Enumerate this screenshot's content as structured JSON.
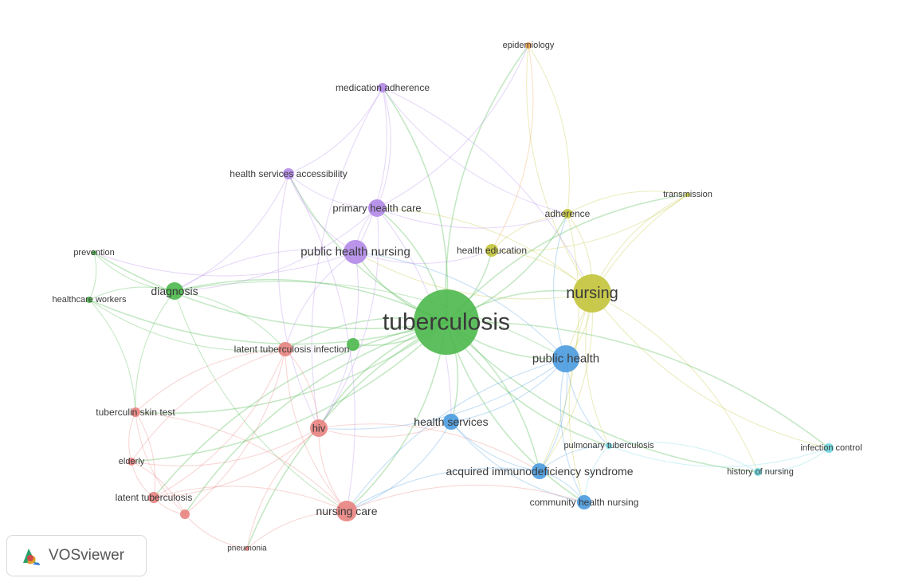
{
  "app": {
    "brand": "VOSviewer"
  },
  "clusters": {
    "red": "#e8837f",
    "green": "#4cb84c",
    "blue": "#4a9be0",
    "yellow": "#c3c43a",
    "purple": "#b38ae8",
    "cyan": "#6fd8e0",
    "orange": "#f0a24a"
  },
  "nodes": [
    {
      "id": "tuberculosis",
      "label": "tuberculosis",
      "cluster": "green",
      "weight": 10
    },
    {
      "id": "nursing",
      "label": "nursing",
      "cluster": "yellow",
      "weight": 6
    },
    {
      "id": "public_health",
      "label": "public health",
      "cluster": "blue",
      "weight": 5
    },
    {
      "id": "public_health_nursing",
      "label": "public health nursing",
      "cluster": "purple",
      "weight": 4
    },
    {
      "id": "primary_health_care",
      "label": "primary health care",
      "cluster": "purple",
      "weight": 3
    },
    {
      "id": "health_services_accessibility",
      "label": "health services accessibility",
      "cluster": "purple",
      "weight": 2
    },
    {
      "id": "medication_adherence",
      "label": "medication adherence",
      "cluster": "purple",
      "weight": 2
    },
    {
      "id": "epidemiology",
      "label": "epidemiology",
      "cluster": "orange",
      "weight": 1
    },
    {
      "id": "adherence",
      "label": "adherence",
      "cluster": "yellow",
      "weight": 2
    },
    {
      "id": "transmission",
      "label": "transmission",
      "cluster": "yellow",
      "weight": 1
    },
    {
      "id": "health_education",
      "label": "health education",
      "cluster": "yellow",
      "weight": 2
    },
    {
      "id": "prevention",
      "label": "prevention",
      "cluster": "green",
      "weight": 1
    },
    {
      "id": "diagnosis",
      "label": "diagnosis",
      "cluster": "green",
      "weight": 3
    },
    {
      "id": "healthcare_workers",
      "label": "healthcare workers",
      "cluster": "green",
      "weight": 1
    },
    {
      "id": "latent_tuberculosis_infection",
      "label": "latent tuberculosis infection",
      "cluster": "red",
      "weight": 2
    },
    {
      "id": "tuberculin_skin_test",
      "label": "tuberculin skin test",
      "cluster": "red",
      "weight": 2
    },
    {
      "id": "hiv",
      "label": "hiv",
      "cluster": "red",
      "weight": 3
    },
    {
      "id": "health_services",
      "label": "health services",
      "cluster": "blue",
      "weight": 3
    },
    {
      "id": "pulmonary_tuberculosis",
      "label": "pulmonary tuberculosis",
      "cluster": "cyan",
      "weight": 1
    },
    {
      "id": "infection_control",
      "label": "infection control",
      "cluster": "cyan",
      "weight": 1
    },
    {
      "id": "history_of_nursing",
      "label": "history of nursing",
      "cluster": "cyan",
      "weight": 1
    },
    {
      "id": "acquired_immunodeficiency_syndrome",
      "label": "acquired immunodeficiency syndrome",
      "cluster": "blue",
      "weight": 3
    },
    {
      "id": "community_health_nursing",
      "label": "community health nursing",
      "cluster": "blue",
      "weight": 2
    },
    {
      "id": "elderly",
      "label": "elderly",
      "cluster": "red",
      "weight": 1
    },
    {
      "id": "latent_tuberculosis",
      "label": "latent tuberculosis",
      "cluster": "red",
      "weight": 2
    },
    {
      "id": "nursing_care",
      "label": "nursing care",
      "cluster": "red",
      "weight": 3
    },
    {
      "id": "pneumonia",
      "label": "pneumonia",
      "cluster": "red",
      "weight": 1
    },
    {
      "id": "unlabeled_red",
      "label": "",
      "cluster": "red",
      "weight": 1
    },
    {
      "id": "unlabeled_green",
      "label": "",
      "cluster": "green",
      "weight": 1
    }
  ],
  "links": [
    [
      "tuberculosis",
      "nursing"
    ],
    [
      "tuberculosis",
      "public_health"
    ],
    [
      "tuberculosis",
      "public_health_nursing"
    ],
    [
      "tuberculosis",
      "primary_health_care"
    ],
    [
      "tuberculosis",
      "health_services_accessibility"
    ],
    [
      "tuberculosis",
      "medication_adherence"
    ],
    [
      "tuberculosis",
      "epidemiology"
    ],
    [
      "tuberculosis",
      "adherence"
    ],
    [
      "tuberculosis",
      "transmission"
    ],
    [
      "tuberculosis",
      "health_education"
    ],
    [
      "tuberculosis",
      "prevention"
    ],
    [
      "tuberculosis",
      "diagnosis"
    ],
    [
      "tuberculosis",
      "healthcare_workers"
    ],
    [
      "tuberculosis",
      "latent_tuberculosis_infection"
    ],
    [
      "tuberculosis",
      "tuberculin_skin_test"
    ],
    [
      "tuberculosis",
      "hiv"
    ],
    [
      "tuberculosis",
      "health_services"
    ],
    [
      "tuberculosis",
      "pulmonary_tuberculosis"
    ],
    [
      "tuberculosis",
      "infection_control"
    ],
    [
      "tuberculosis",
      "history_of_nursing"
    ],
    [
      "tuberculosis",
      "acquired_immunodeficiency_syndrome"
    ],
    [
      "tuberculosis",
      "community_health_nursing"
    ],
    [
      "tuberculosis",
      "elderly"
    ],
    [
      "tuberculosis",
      "latent_tuberculosis"
    ],
    [
      "tuberculosis",
      "nursing_care"
    ],
    [
      "tuberculosis",
      "pneumonia"
    ],
    [
      "tuberculosis",
      "unlabeled_green"
    ],
    [
      "tuberculosis",
      "unlabeled_red"
    ],
    [
      "nursing",
      "public_health"
    ],
    [
      "nursing",
      "adherence"
    ],
    [
      "nursing",
      "transmission"
    ],
    [
      "nursing",
      "health_education"
    ],
    [
      "nursing",
      "epidemiology"
    ],
    [
      "nursing",
      "infection_control"
    ],
    [
      "nursing",
      "history_of_nursing"
    ],
    [
      "nursing",
      "community_health_nursing"
    ],
    [
      "nursing",
      "public_health_nursing"
    ],
    [
      "nursing",
      "primary_health_care"
    ],
    [
      "nursing",
      "acquired_immunodeficiency_syndrome"
    ],
    [
      "nursing",
      "pulmonary_tuberculosis"
    ],
    [
      "public_health",
      "acquired_immunodeficiency_syndrome"
    ],
    [
      "public_health",
      "community_health_nursing"
    ],
    [
      "public_health",
      "health_services"
    ],
    [
      "public_health",
      "public_health_nursing"
    ],
    [
      "public_health",
      "adherence"
    ],
    [
      "public_health",
      "pulmonary_tuberculosis"
    ],
    [
      "public_health",
      "hiv"
    ],
    [
      "public_health",
      "nursing_care"
    ],
    [
      "public_health_nursing",
      "primary_health_care"
    ],
    [
      "public_health_nursing",
      "diagnosis"
    ],
    [
      "public_health_nursing",
      "health_services_accessibility"
    ],
    [
      "public_health_nursing",
      "medication_adherence"
    ],
    [
      "public_health_nursing",
      "prevention"
    ],
    [
      "public_health_nursing",
      "health_education"
    ],
    [
      "public_health_nursing",
      "hiv"
    ],
    [
      "public_health_nursing",
      "latent_tuberculosis_infection"
    ],
    [
      "primary_health_care",
      "health_services_accessibility"
    ],
    [
      "primary_health_care",
      "medication_adherence"
    ],
    [
      "primary_health_care",
      "diagnosis"
    ],
    [
      "primary_health_care",
      "adherence"
    ],
    [
      "primary_health_care",
      "hiv"
    ],
    [
      "primary_health_care",
      "epidemiology"
    ],
    [
      "primary_health_care",
      "health_services"
    ],
    [
      "health_services_accessibility",
      "medication_adherence"
    ],
    [
      "health_services_accessibility",
      "diagnosis"
    ],
    [
      "health_services_accessibility",
      "hiv"
    ],
    [
      "health_services_accessibility",
      "nursing_care"
    ],
    [
      "medication_adherence",
      "adherence"
    ],
    [
      "medication_adherence",
      "nursing"
    ],
    [
      "medication_adherence",
      "hiv"
    ],
    [
      "adherence",
      "transmission"
    ],
    [
      "adherence",
      "health_education"
    ],
    [
      "adherence",
      "acquired_immunodeficiency_syndrome"
    ],
    [
      "adherence",
      "epidemiology"
    ],
    [
      "transmission",
      "health_education"
    ],
    [
      "transmission",
      "public_health"
    ],
    [
      "diagnosis",
      "prevention"
    ],
    [
      "diagnosis",
      "healthcare_workers"
    ],
    [
      "diagnosis",
      "latent_tuberculosis_infection"
    ],
    [
      "diagnosis",
      "nursing_care"
    ],
    [
      "diagnosis",
      "public_health"
    ],
    [
      "diagnosis",
      "tuberculin_skin_test"
    ],
    [
      "prevention",
      "healthcare_workers"
    ],
    [
      "healthcare_workers",
      "latent_tuberculosis_infection"
    ],
    [
      "healthcare_workers",
      "tuberculin_skin_test"
    ],
    [
      "latent_tuberculosis_infection",
      "tuberculin_skin_test"
    ],
    [
      "latent_tuberculosis_infection",
      "hiv"
    ],
    [
      "latent_tuberculosis_infection",
      "elderly"
    ],
    [
      "latent_tuberculosis_infection",
      "latent_tuberculosis"
    ],
    [
      "latent_tuberculosis_infection",
      "nursing_care"
    ],
    [
      "latent_tuberculosis_infection",
      "unlabeled_red"
    ],
    [
      "tuberculin_skin_test",
      "elderly"
    ],
    [
      "tuberculin_skin_test",
      "latent_tuberculosis"
    ],
    [
      "tuberculin_skin_test",
      "unlabeled_red"
    ],
    [
      "tuberculin_skin_test",
      "nursing_care"
    ],
    [
      "hiv",
      "nursing_care"
    ],
    [
      "hiv",
      "acquired_immunodeficiency_syndrome"
    ],
    [
      "hiv",
      "health_services"
    ],
    [
      "hiv",
      "latent_tuberculosis"
    ],
    [
      "hiv",
      "pneumonia"
    ],
    [
      "hiv",
      "elderly"
    ],
    [
      "health_services",
      "acquired_immunodeficiency_syndrome"
    ],
    [
      "health_services",
      "nursing_care"
    ],
    [
      "health_services",
      "community_health_nursing"
    ],
    [
      "acquired_immunodeficiency_syndrome",
      "community_health_nursing"
    ],
    [
      "acquired_immunodeficiency_syndrome",
      "nursing_care"
    ],
    [
      "acquired_immunodeficiency_syndrome",
      "pulmonary_tuberculosis"
    ],
    [
      "pulmonary_tuberculosis",
      "infection_control"
    ],
    [
      "pulmonary_tuberculosis",
      "history_of_nursing"
    ],
    [
      "pulmonary_tuberculosis",
      "community_health_nursing"
    ],
    [
      "infection_control",
      "history_of_nursing"
    ],
    [
      "elderly",
      "latent_tuberculosis"
    ],
    [
      "elderly",
      "unlabeled_red"
    ],
    [
      "latent_tuberculosis",
      "unlabeled_red"
    ],
    [
      "latent_tuberculosis",
      "nursing_care"
    ],
    [
      "nursing_care",
      "pneumonia"
    ],
    [
      "nursing_care",
      "community_health_nursing"
    ],
    [
      "unlabeled_red",
      "pneumonia"
    ],
    [
      "epidemiology",
      "health_education"
    ]
  ]
}
